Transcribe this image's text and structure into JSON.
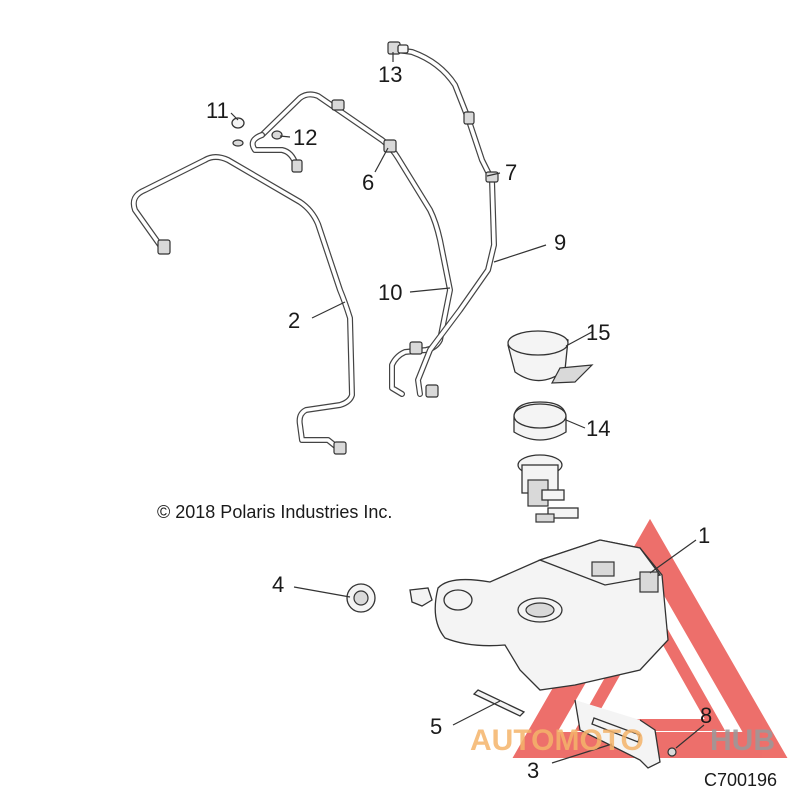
{
  "copyright": "© 2018 Polaris Industries Inc.",
  "diagram_code": "C700196",
  "watermark": {
    "brand_part1": "AUTOMOTO",
    "brand_part2": "HUB",
    "color_primary": "#e8403a",
    "color_secondary": "#f5b46a"
  },
  "callouts": [
    "1",
    "2",
    "3",
    "4",
    "5",
    "6",
    "7",
    "8",
    "9",
    "10",
    "11",
    "12",
    "13",
    "14",
    "15"
  ]
}
